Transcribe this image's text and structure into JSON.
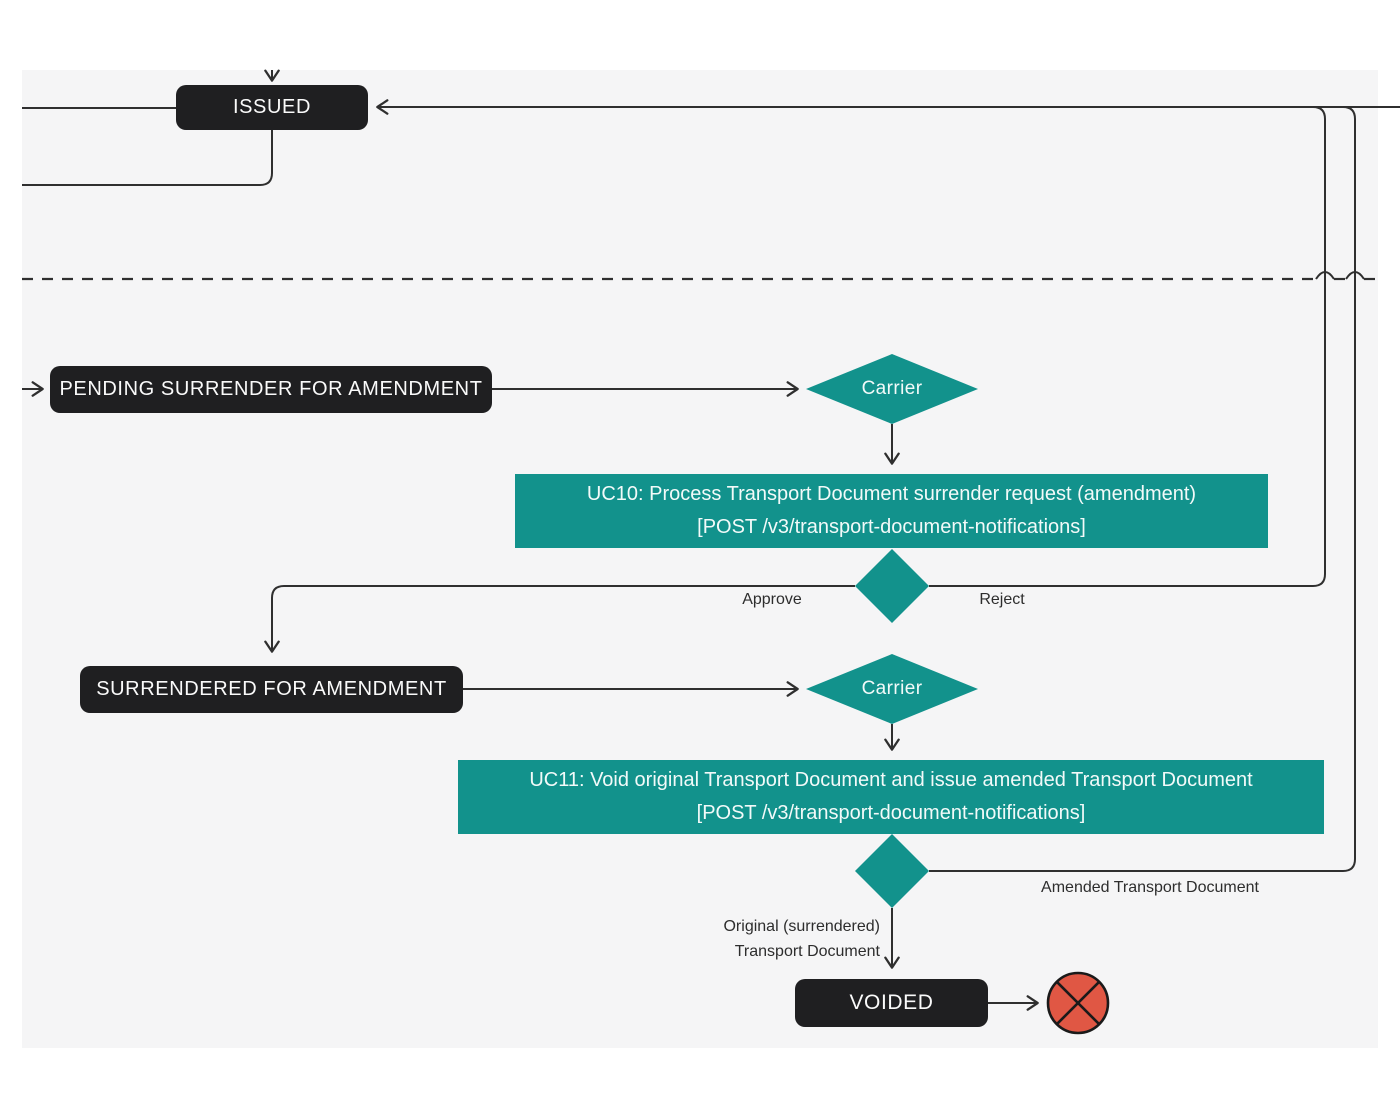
{
  "nodes": {
    "issued": {
      "label": "ISSUED"
    },
    "pending": {
      "label": "PENDING SURRENDER FOR AMENDMENT"
    },
    "carrier_1": {
      "label": "Carrier"
    },
    "uc10": {
      "line1": "UC10: Process Transport Document surrender request (amendment)",
      "line2": "[POST /v3/transport-document-notifications]"
    },
    "surrendered": {
      "label": "SURRENDERED FOR AMENDMENT"
    },
    "carrier_2": {
      "label": "Carrier"
    },
    "uc11": {
      "line1": "UC11: Void original Transport Document and issue amended Transport Document",
      "line2": "[POST /v3/transport-document-notifications]"
    },
    "voided": {
      "label": "VOIDED"
    }
  },
  "edge_labels": {
    "approve": "Approve",
    "reject": "Reject",
    "amended": "Amended Transport Document",
    "original_line1": "Original (surrendered)",
    "original_line2": "Transport Document"
  },
  "colors": {
    "teal": "#12928C",
    "node": "#1F1F21",
    "terminal_red": "#E05744",
    "line": "#2F2F2F",
    "panel": "#F5F5F6",
    "label_text": "#2D2D2D",
    "node_text": "#FAFAFA"
  }
}
